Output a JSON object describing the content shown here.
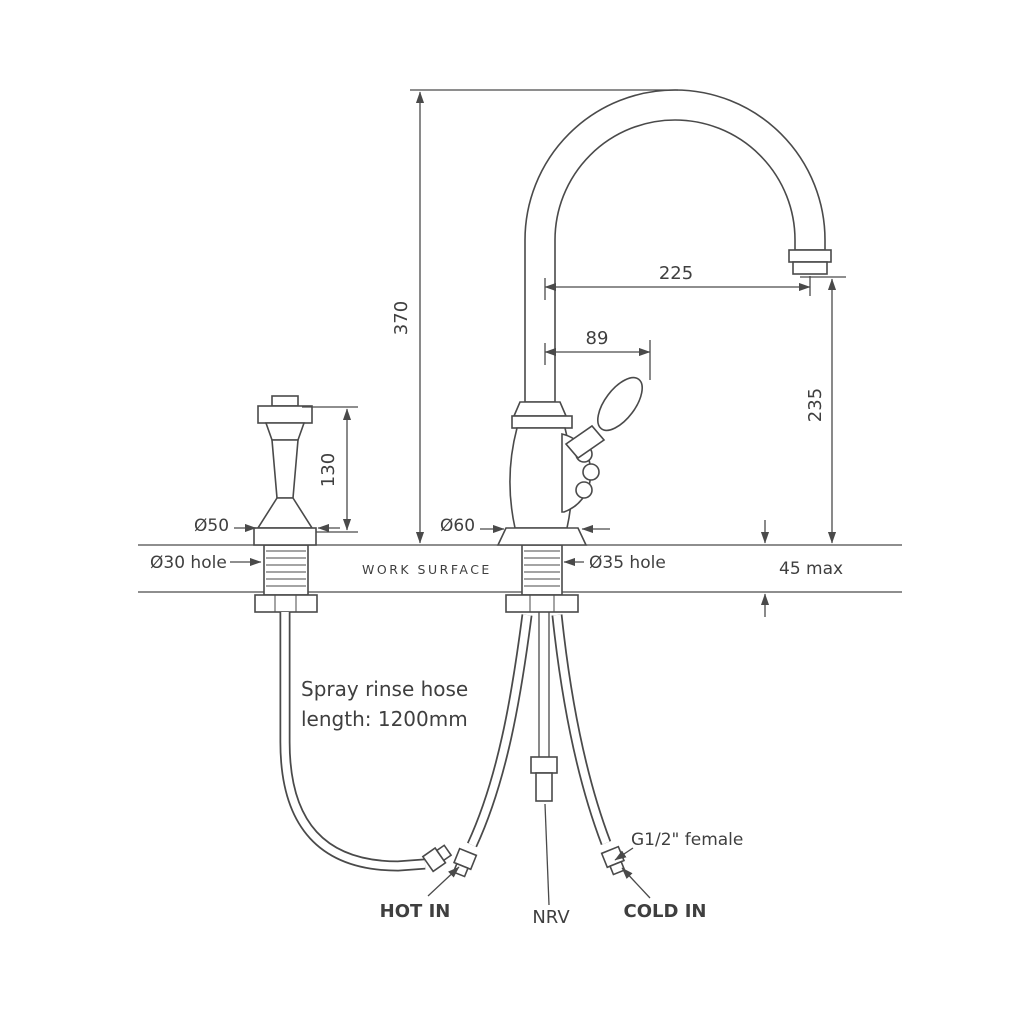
{
  "diagram": {
    "title": "Kitchen tap with spray rinse - dimension drawing",
    "dimensions": {
      "overall_height": "370",
      "spout_reach": "225",
      "handle_offset": "89",
      "spout_clearance": "235",
      "spray_height": "130",
      "spray_base_diameter": "Ø50",
      "spray_hole": "Ø30 hole",
      "tap_base_diameter": "Ø60",
      "tap_hole": "Ø35 hole",
      "surface_thickness": "45 max"
    },
    "labels": {
      "work_surface": "WORK SURFACE",
      "hose_line1": "Spray rinse hose",
      "hose_line2": "length: 1200mm",
      "hot_in": "HOT IN",
      "nrv": "NRV",
      "cold_in": "COLD IN",
      "connection_size": "G1/2\" female"
    },
    "colors": {
      "line": "#4a4a4a",
      "text": "#3f3f3f",
      "background": "#ffffff"
    }
  }
}
